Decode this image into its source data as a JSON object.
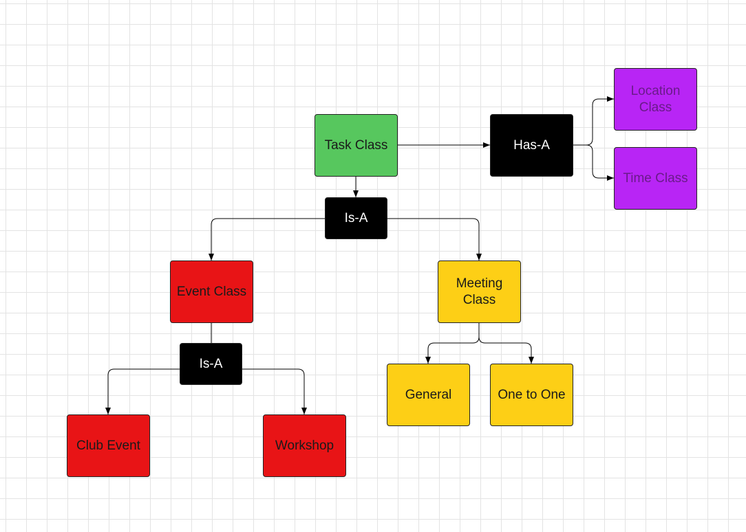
{
  "colors": {
    "green": "#57c75e",
    "black": "#000000",
    "purple": "#b825f5",
    "red": "#e81416",
    "yellow": "#fdcf16",
    "dark_text": "#1a1a1a",
    "purple_text": "#6a1a8a",
    "white_text": "#ffffff",
    "line": "#000000"
  },
  "nodes": {
    "task_class": "Task Class",
    "has_a": "Has-A",
    "location_class": "Location\nClass",
    "time_class": "Time Class",
    "is_a_top": "Is-A",
    "event_class": "Event Class",
    "meeting_class": "Meeting\nClass",
    "is_a_event": "Is-A",
    "club_event": "Club Event",
    "workshop": "Workshop",
    "general": "General",
    "one_to_one": "One to One"
  },
  "edges": [
    {
      "from": "task_class",
      "to": "has_a",
      "arrow": true
    },
    {
      "from": "has_a",
      "to": "location_class",
      "arrow": true
    },
    {
      "from": "has_a",
      "to": "time_class",
      "arrow": true
    },
    {
      "from": "task_class",
      "to": "is_a_top",
      "arrow": true
    },
    {
      "from": "is_a_top",
      "to": "event_class",
      "arrow": true
    },
    {
      "from": "is_a_top",
      "to": "meeting_class",
      "arrow": true
    },
    {
      "from": "event_class",
      "to": "is_a_event",
      "arrow": false
    },
    {
      "from": "is_a_event",
      "to": "club_event",
      "arrow": true
    },
    {
      "from": "is_a_event",
      "to": "workshop",
      "arrow": true
    },
    {
      "from": "meeting_class",
      "to": "general",
      "arrow": true
    },
    {
      "from": "meeting_class",
      "to": "one_to_one",
      "arrow": true
    }
  ]
}
